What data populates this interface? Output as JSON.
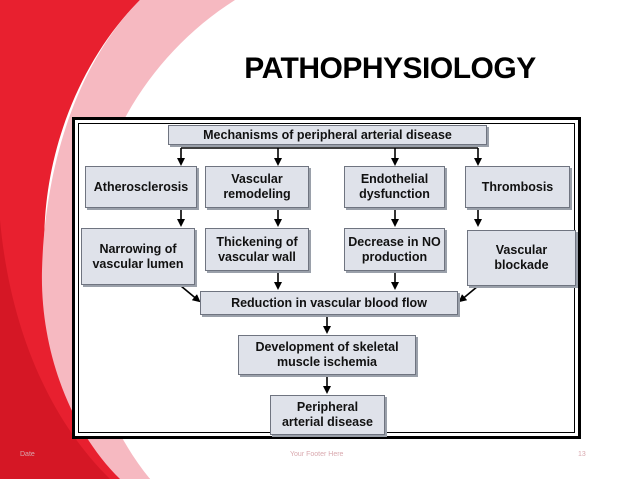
{
  "slide": {
    "title": "PATHOPHYSIOLOGY",
    "footer_left": "Date",
    "footer_center": "Your Footer Here",
    "footer_right": "13"
  },
  "colors": {
    "accent_red": "#e8202f",
    "accent_pink": "#f6b9c1",
    "box_fill": "#dfe2ea",
    "box_border": "#6f7480"
  },
  "diagram": {
    "top": "Mechanisms of peripheral arterial disease",
    "mechanisms": [
      "Atherosclerosis",
      "Vascular\nremodeling",
      "Endothelial\ndysfunction",
      "Thrombosis"
    ],
    "effects": [
      "Narrowing of\nvascular lumen",
      "Thickening of\nvascular wall",
      "Decrease in NO\nproduction",
      "Vascular\nblockade"
    ],
    "reduction": "Reduction in vascular blood flow",
    "ischemia": "Development of skeletal\nmuscle ischemia",
    "outcome": "Peripheral\narterial disease"
  }
}
